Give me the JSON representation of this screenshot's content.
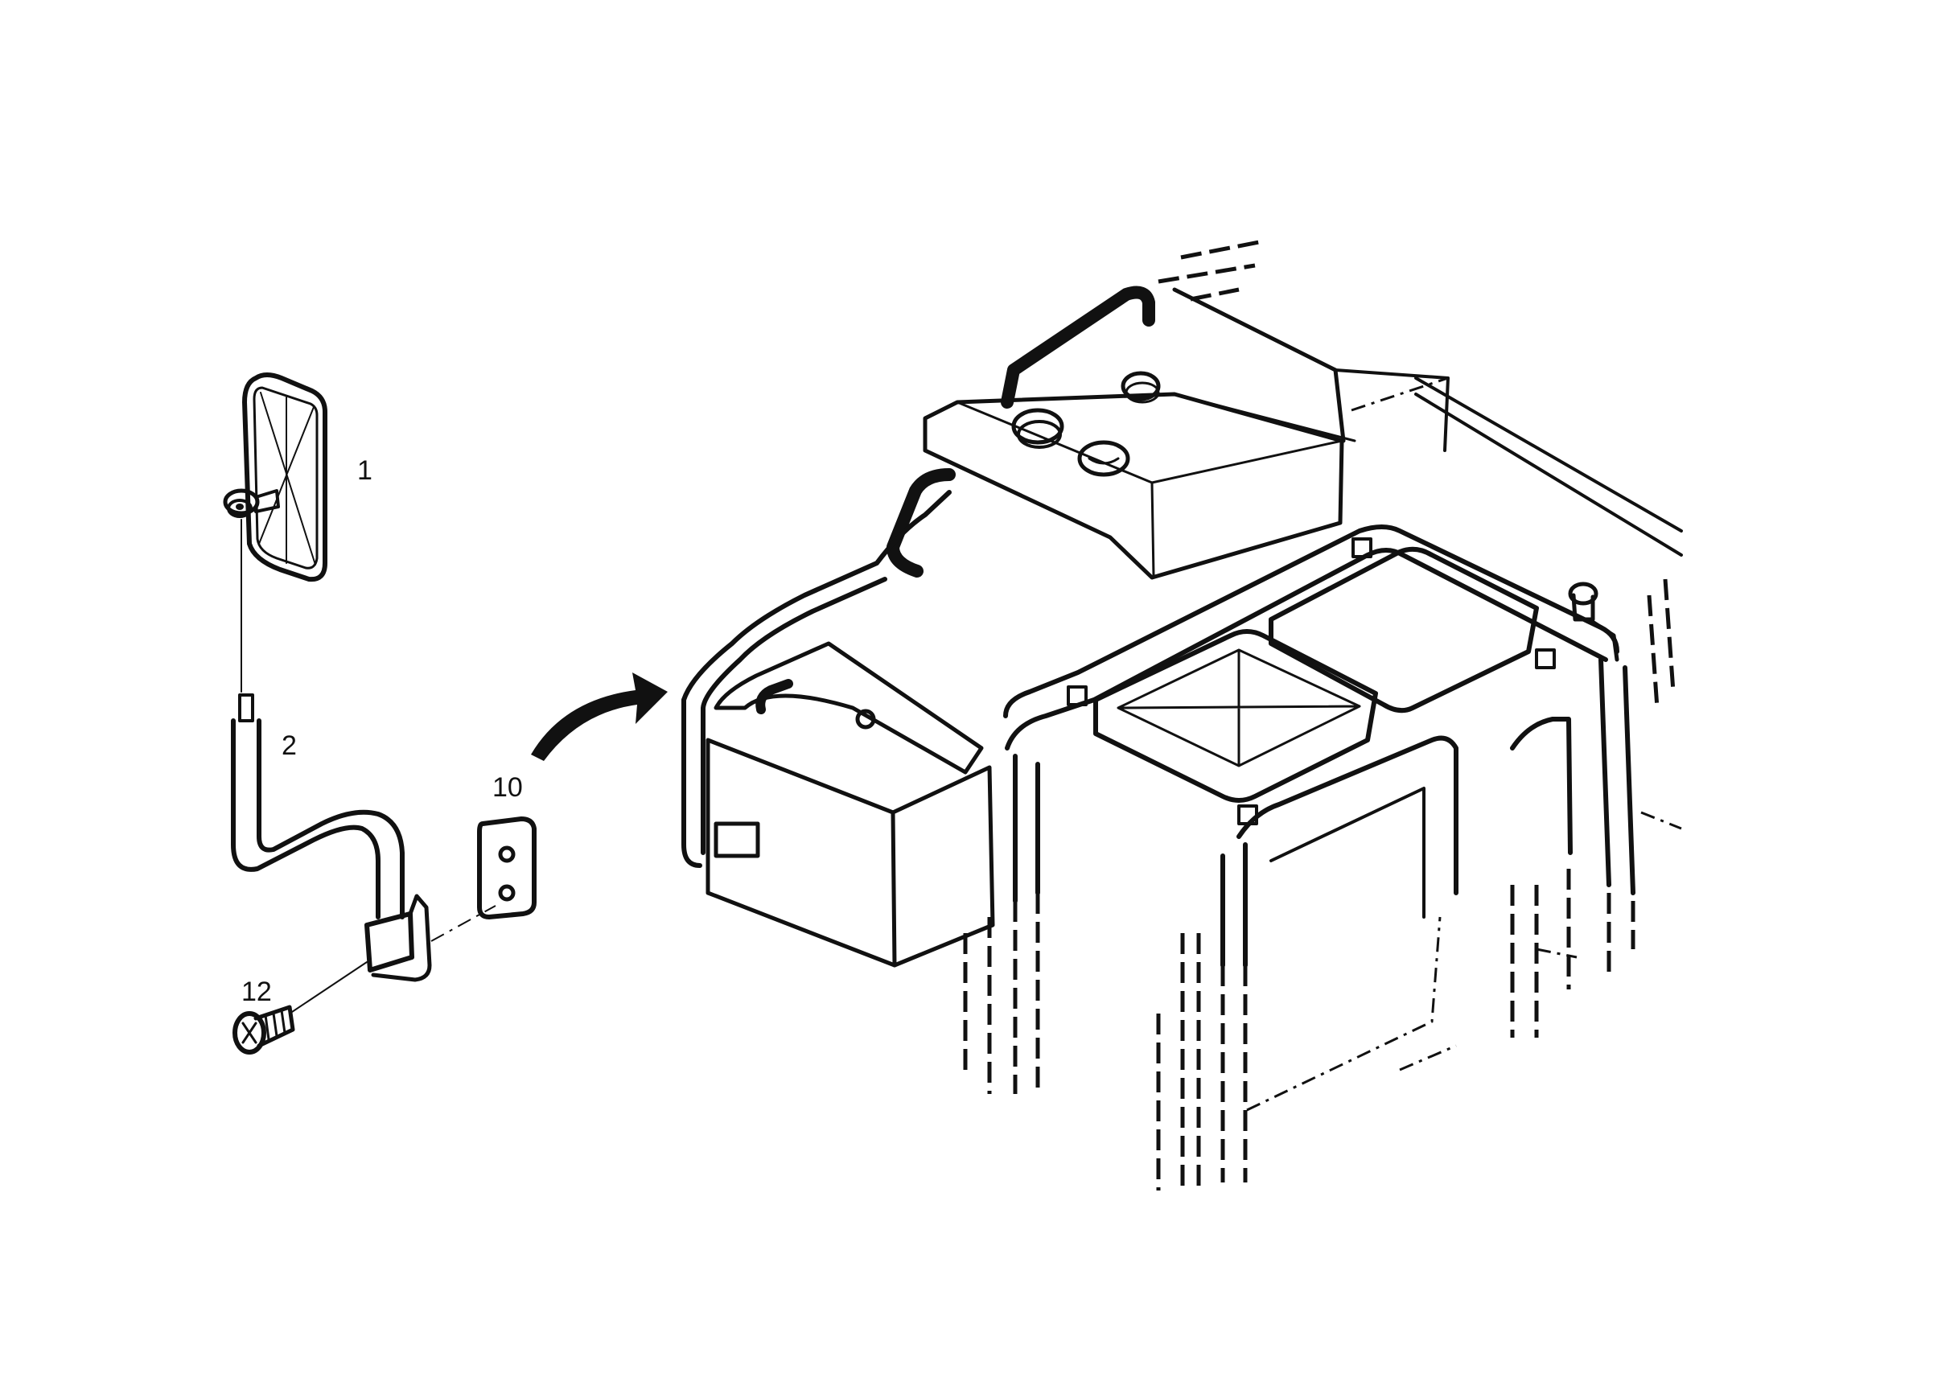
{
  "diagram": {
    "callouts": [
      {
        "id": "1",
        "label": "1",
        "part": "mirror"
      },
      {
        "id": "2",
        "label": "2",
        "part": "mirror-arm"
      },
      {
        "id": "10",
        "label": "10",
        "part": "mounting-plate"
      },
      {
        "id": "12",
        "label": "12",
        "part": "screw"
      }
    ]
  }
}
